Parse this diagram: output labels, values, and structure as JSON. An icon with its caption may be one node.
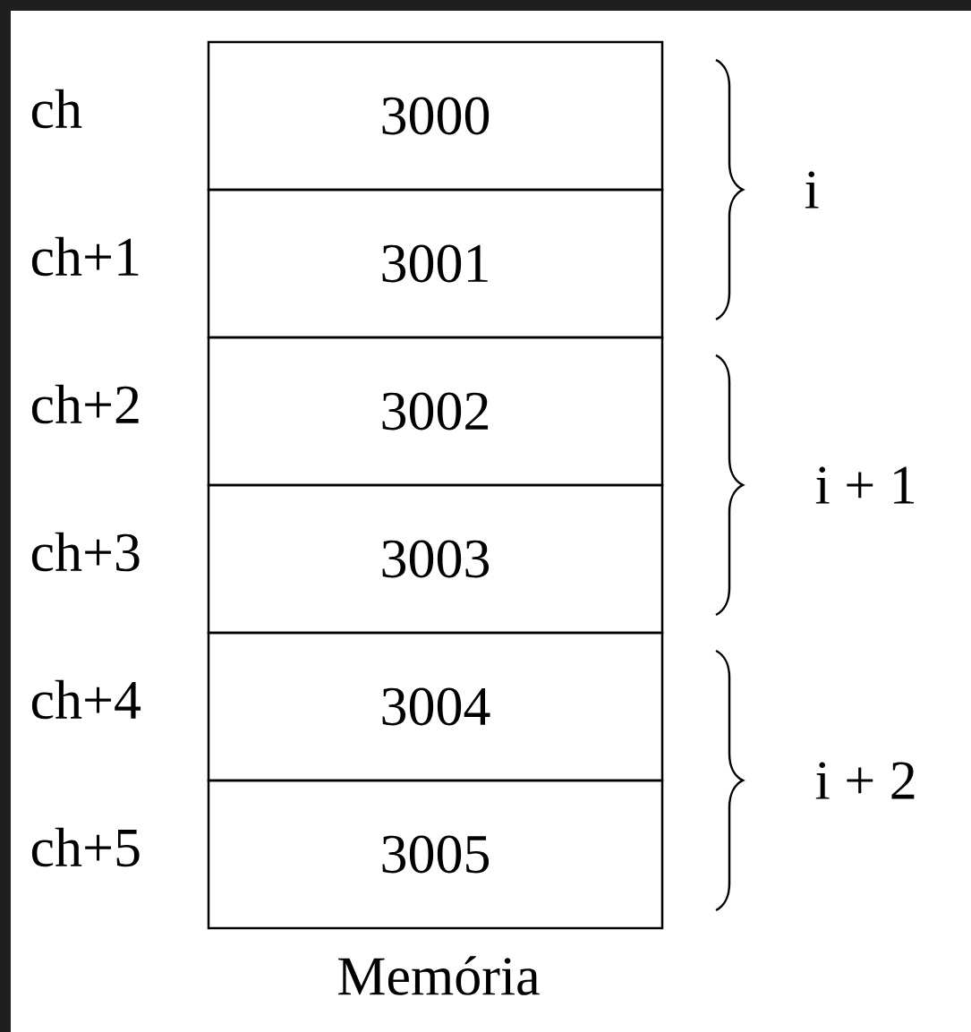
{
  "diagram": {
    "nodes": [
      {
        "text": [
          "3000"
        ],
        "beside": [
          "ch"
        ]
      },
      {
        "text": [
          "3001"
        ],
        "beside": [
          "ch+1"
        ]
      },
      {
        "text": [
          "3002"
        ],
        "beside": [
          "ch+2"
        ]
      },
      {
        "text": [
          "3003"
        ],
        "beside": [
          "ch+3"
        ]
      },
      {
        "text": [
          "3004"
        ],
        "beside": [
          "ch+4"
        ]
      },
      {
        "text": [
          "3005"
        ],
        "beside": [
          "ch+5"
        ]
      }
    ],
    "edges": [],
    "labels": [
      "i",
      "i + 1",
      "i + 2",
      "Memória"
    ]
  }
}
